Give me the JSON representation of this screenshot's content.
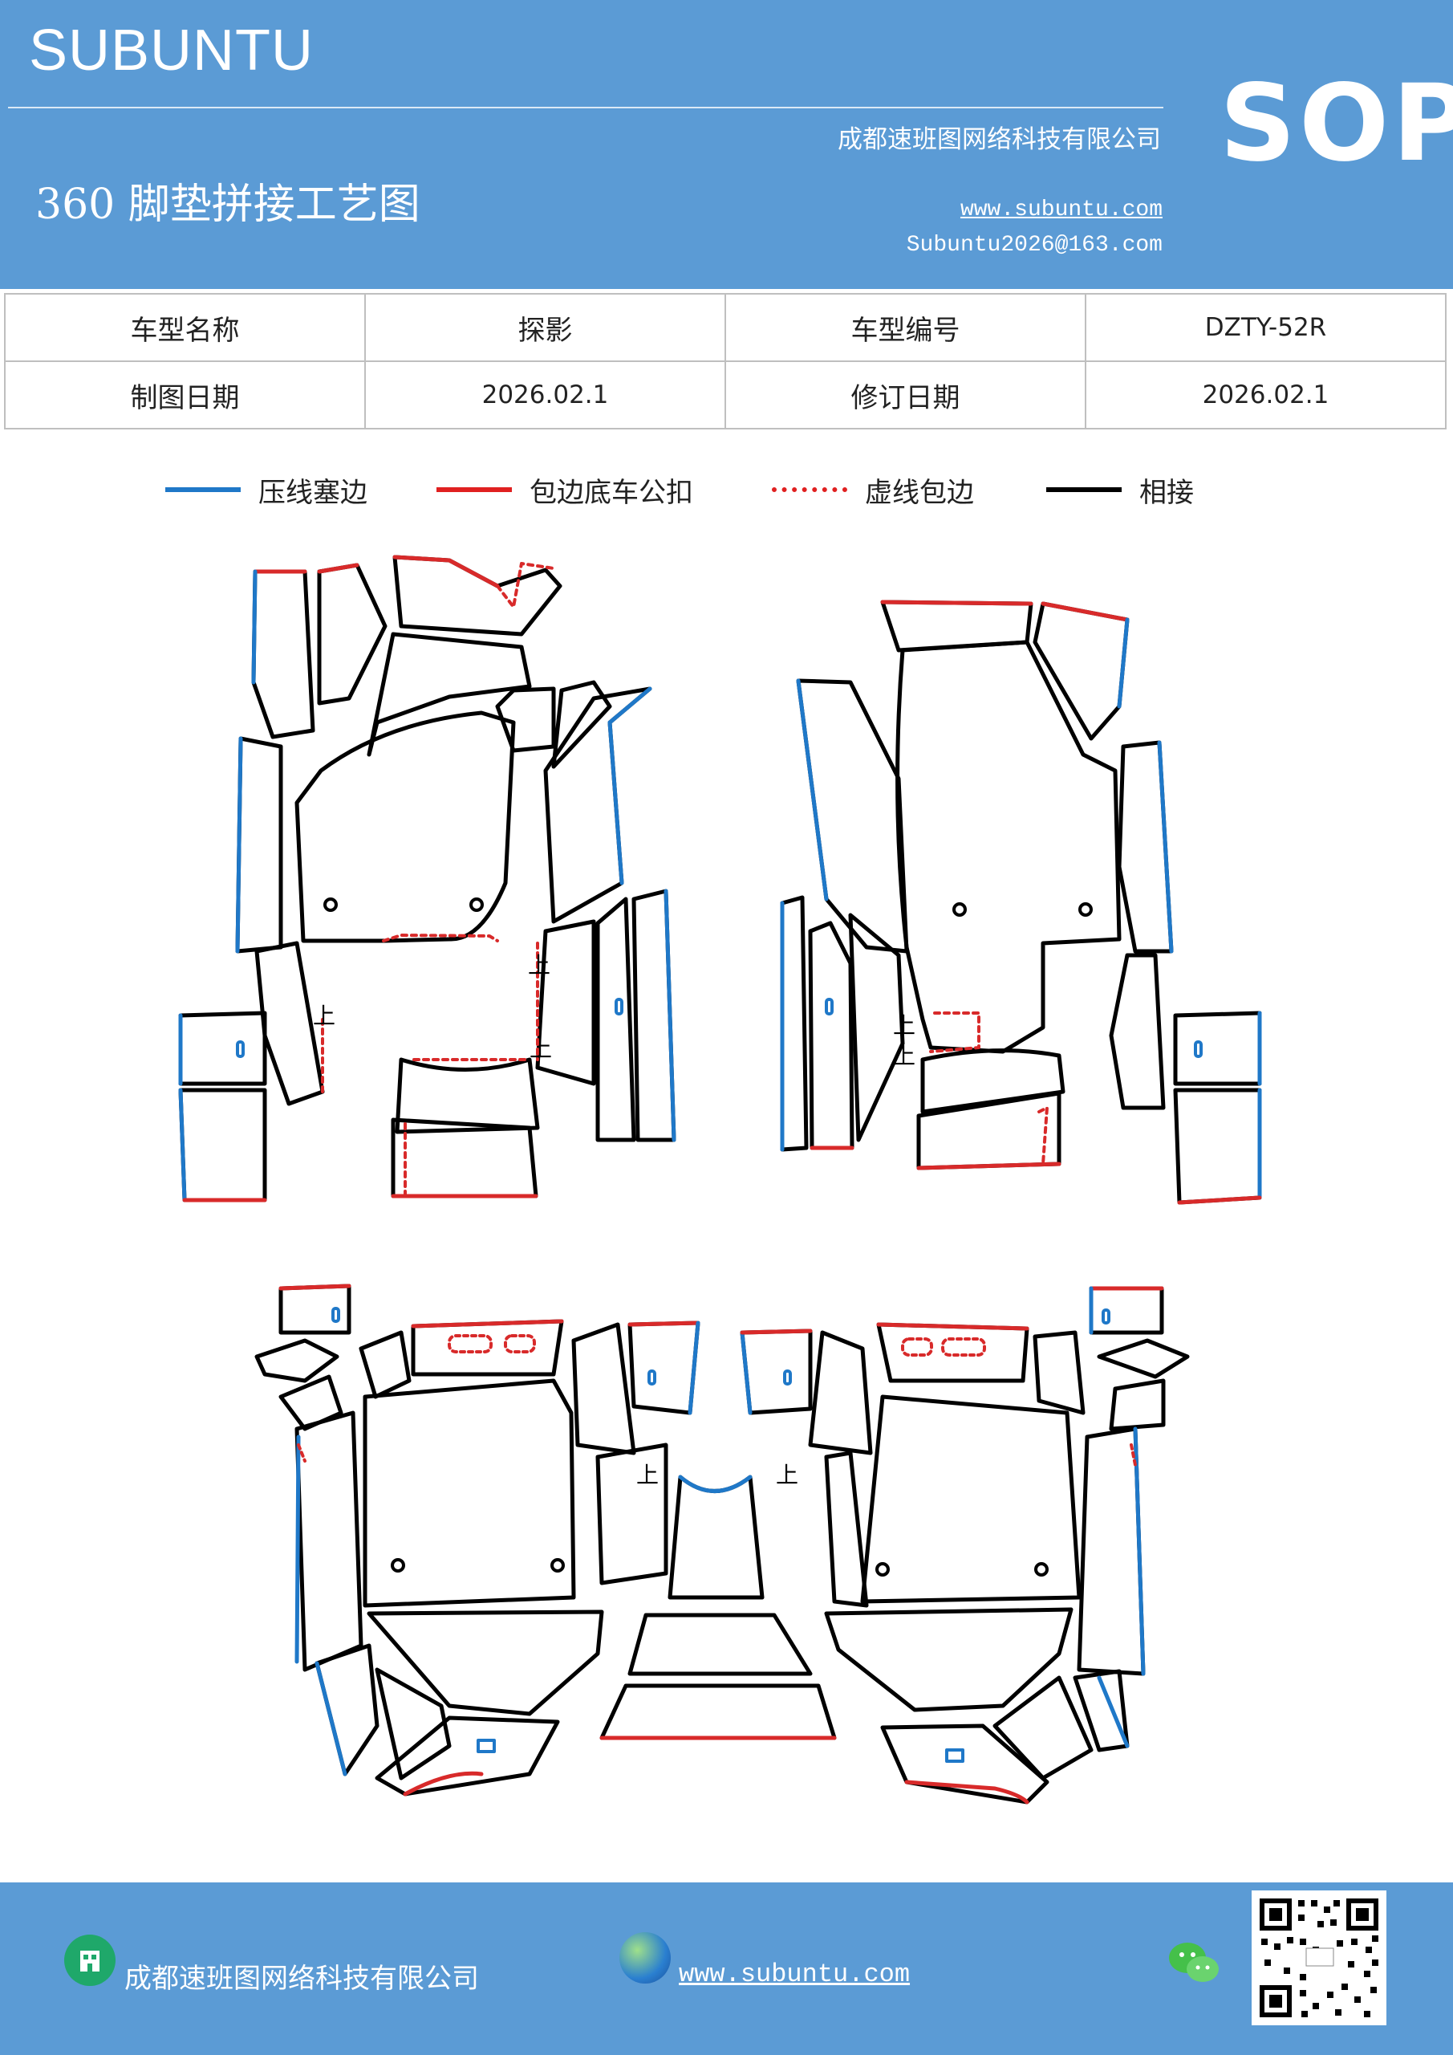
{
  "header": {
    "brand": "SUBUNTU",
    "title": "360 脚垫拼接工艺图",
    "company": "成都速班图网络科技有限公司",
    "website": "www.subuntu.com",
    "email": "Subuntu2026@163.com",
    "badge": "SOP"
  },
  "info_table": {
    "rows": [
      {
        "label1": "车型名称",
        "value1": "探影",
        "label2": "车型编号",
        "value2": "DZTY-52R"
      },
      {
        "label1": "制图日期",
        "value1": "2026.02.1",
        "label2": "修订日期",
        "value2": "2026.02.1"
      }
    ]
  },
  "legend": {
    "items": [
      {
        "label": "压线塞边",
        "color": "#1f78c8",
        "style": "solid"
      },
      {
        "label": "包边底车公扣",
        "color": "#e02020",
        "style": "solid"
      },
      {
        "label": "虚线包边",
        "color": "#e02020",
        "style": "dotted"
      },
      {
        "label": "相接",
        "color": "#000000",
        "style": "solid"
      }
    ]
  },
  "drawing": {
    "marker": "上"
  },
  "footer": {
    "company": "成都速班图网络科技有限公司",
    "website": "www.subuntu.com",
    "icons": [
      "building-icon",
      "globe-icon",
      "wechat-icon",
      "qr-code"
    ]
  }
}
